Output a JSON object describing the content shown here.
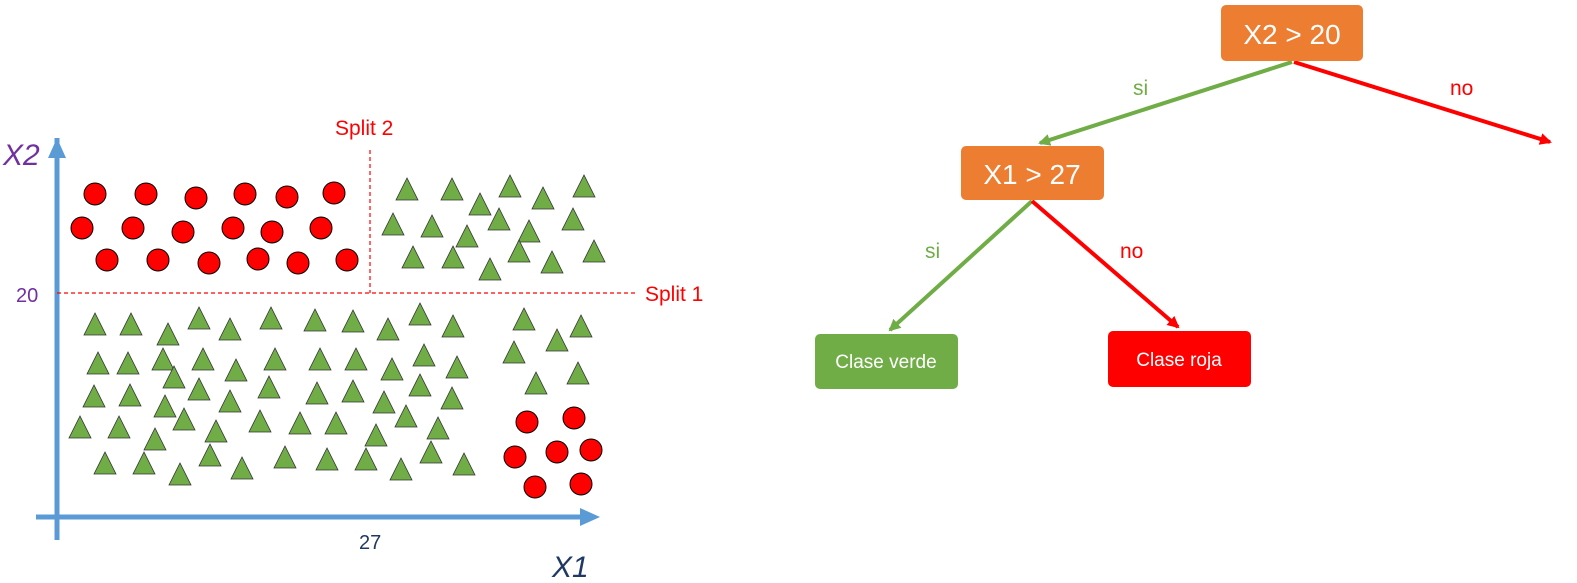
{
  "scatter": {
    "y_axis_label": "X2",
    "x_axis_label": "X1",
    "y_tick_label": "20",
    "x_tick_label": "27",
    "split1_label": "Split 1",
    "split2_label": "Split 2",
    "split1_x2_value": 20,
    "split2_x1_value": 27
  },
  "tree": {
    "root": {
      "label": "X2 > 20",
      "color": "#ED7D31"
    },
    "node2": {
      "label": "X1 > 27",
      "color": "#ED7D31"
    },
    "leaf_green": {
      "label": "Clase verde",
      "color": "#70AD47"
    },
    "leaf_red": {
      "label": "Clase roja",
      "color": "#FF0000"
    },
    "edge_root_yes": {
      "label": "si",
      "color": "#70AD47"
    },
    "edge_root_no": {
      "label": "no",
      "color": "#FF0000"
    },
    "edge_node2_yes": {
      "label": "si",
      "color": "#70AD47"
    },
    "edge_node2_no": {
      "label": "no",
      "color": "#FF0000"
    }
  },
  "colors": {
    "axis": "#5B9BD5",
    "axis_label": "#7030A0",
    "tick_20": "#7030A0",
    "tick_27": "#1F3864",
    "x1_label": "#1F3864",
    "split_line": "#FF0000",
    "circle_fill": "#FF0000",
    "triangle_fill": "#70AD47"
  }
}
